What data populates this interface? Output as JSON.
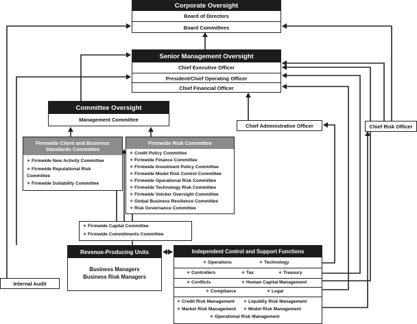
{
  "corporate_oversight": {
    "title": "Corporate Oversight",
    "rows": [
      "Board of Directors",
      "Board Committees"
    ]
  },
  "senior_management": {
    "title": "Senior Management Oversight",
    "rows": [
      "Chief Executive Officer",
      "President/Chief Operating Officer",
      "Chief Financial Officer"
    ]
  },
  "committee_oversight": {
    "title": "Committee Oversight",
    "rows": [
      "Management Committee"
    ]
  },
  "client_business_committee": {
    "title": "Firmwide Client and Business Standards Committee",
    "items": [
      "Firmwide New Activity Committee",
      "Firmwide Reputational Risk Committee",
      "Firmwide Suitability Committee"
    ]
  },
  "risk_committee": {
    "title": "Firmwide Risk Committee",
    "items": [
      "Credit Policy Committee",
      "Firmwide Finance Committee",
      "Firmwide Investment Policy Committee",
      "Firmwide Model Risk Control Committee",
      "Firmwide Operational Risk Committee",
      "Firmwide Technology Risk Committee",
      "Firmwide Volcker Oversight Committee",
      "Global Business Resilience Committee",
      "Risk Governance Committee"
    ]
  },
  "capital_committees": {
    "items": [
      "Firmwide Capital Committee",
      "Firmwide Commitments Committee"
    ]
  },
  "chief_administrative_officer": "Chief Administrative Officer",
  "chief_risk_officer": "Chief Risk Officer",
  "internal_audit": "Internal Audit",
  "revenue_units": {
    "title": "Revenue-Producing Units",
    "lines": [
      "Business Managers",
      "Business Risk Managers"
    ]
  },
  "control_functions": {
    "title": "Independent Control and Support Functions",
    "items": [
      "Operations",
      "Technology",
      "Controllers",
      "Tax",
      "Treasury",
      "Conflicts",
      "Human Capital Management",
      "Compliance",
      "Legal",
      "Credit Risk Management",
      "Liquidity Risk Management",
      "Market Risk Management",
      "Model Risk Management",
      "Operational Risk Management"
    ]
  },
  "icons": {
    "bullet": "diamond-bullet-icon",
    "arrow": "arrowhead-icon"
  },
  "colors": {
    "header_dark": "#1c1c1c",
    "header_grey": "#8c8c8c",
    "line": "#222222"
  }
}
